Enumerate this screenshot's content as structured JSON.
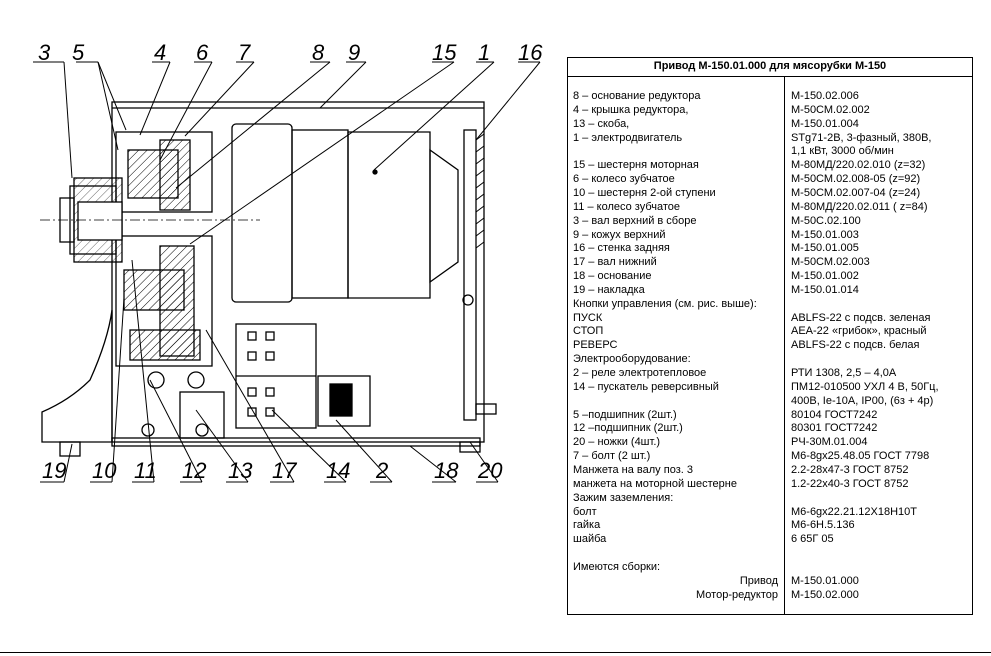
{
  "callouts": {
    "top": [
      "3",
      "5",
      "4",
      "6",
      "7",
      "8",
      "9",
      "15",
      "1",
      "16"
    ],
    "bottom": [
      "19",
      "10",
      "11",
      "12",
      "13",
      "17",
      "14",
      "2",
      "18",
      "20"
    ]
  },
  "spec": {
    "title": "Привод М-150.01.000 для мясорубки М-150",
    "rows": [
      {
        "left": "8 – основание редуктора",
        "right": "М-150.02.006"
      },
      {
        "left": "4 – крышка редуктора,",
        "right": "М-50СМ.02.002"
      },
      {
        "left": "13 – скоба,",
        "right": "М-150.01.004"
      },
      {
        "left": "1 – электродвигатель",
        "right": "STg71-2B, 3-фазный, 380В,"
      },
      {
        "left": "",
        "right": "1,1 кВт, 3000 об/мин"
      },
      {
        "left": "15 – шестерня моторная",
        "right": "М-80МД/220.02.010 (z=32)"
      },
      {
        "left": "6 – колесо зубчатое",
        "right": "М-50СМ.02.008-05 (z=92)"
      },
      {
        "left": "10 – шестерня 2-ой ступени",
        "right": "М-50СМ.02.007-04 (z=24)"
      },
      {
        "left": "11 – колесо зубчатое",
        "right": "М-80МД/220.02.011 ( z=84)"
      },
      {
        "left": "3 – вал верхний в сборе",
        "right": "М-50С.02.100"
      },
      {
        "left": "9 – кожух верхний",
        "right": "М-150.01.003"
      },
      {
        "left": "16 – стенка задняя",
        "right": "М-150.01.005"
      },
      {
        "left": "17 – вал нижний",
        "right": "М-50СМ.02.003"
      },
      {
        "left": "18 – основание",
        "right": "М-150.01.002"
      },
      {
        "left": "19 – накладка",
        "right": "М-150.01.014"
      },
      {
        "left": "Кнопки управления (см. рис. выше):",
        "right": ""
      },
      {
        "left": "ПУСК",
        "right": "ABLFS-22 с подсв. зеленая"
      },
      {
        "left": "СТОП",
        "right": "AEA-22 «грибок», красный"
      },
      {
        "left": "РЕВЕРС",
        "right": "ABLFS-22  с подсв. белая"
      },
      {
        "left": "Электрооборудование:",
        "right": ""
      },
      {
        "left": "2 – реле электротепловое",
        "right": "РТИ 1308, 2,5 – 4,0А"
      },
      {
        "left": "14 – пускатель реверсивный",
        "right": "ПМ12-010500 УХЛ 4 В, 50Гц,"
      },
      {
        "left": "",
        "right": "400В, Ie-10А, IP00, (6з + 4р)"
      },
      {
        "left": "5 –подшипник (2шт.)",
        "right": "80104 ГОСТ7242"
      },
      {
        "left": "12 –подшипник (2шт.)",
        "right": "80301 ГОСТ7242"
      },
      {
        "left": "20 – ножки (4шт.)",
        "right": "РЧ-30М.01.004"
      },
      {
        "left": "7 – болт (2 шт.)",
        "right": "М6-8gx25.48.05 ГОСТ 7798"
      },
      {
        "left": "Манжета на валу поз. 3",
        "right": "2.2-28х47-3 ГОСТ 8752"
      },
      {
        "left": "манжета на моторной шестерне",
        "right": "1.2-22х40-3  ГОСТ 8752"
      },
      {
        "left": "Зажим заземления:",
        "right": ""
      },
      {
        "left": "болт",
        "right": "М6-6gx22.21.12Х18Н10Т"
      },
      {
        "left": "гайка",
        "right": "М6-6Н.5.136"
      },
      {
        "left": "шайба",
        "right": "6 65Г 05"
      },
      {
        "left": "",
        "right": ""
      },
      {
        "left": "Имеются сборки:",
        "right": ""
      },
      {
        "left": "Привод",
        "right": "М-150.01.000",
        "align": "right"
      },
      {
        "left": "Мотор-редуктор",
        "right": "М-150.02.000",
        "align": "right"
      }
    ]
  }
}
